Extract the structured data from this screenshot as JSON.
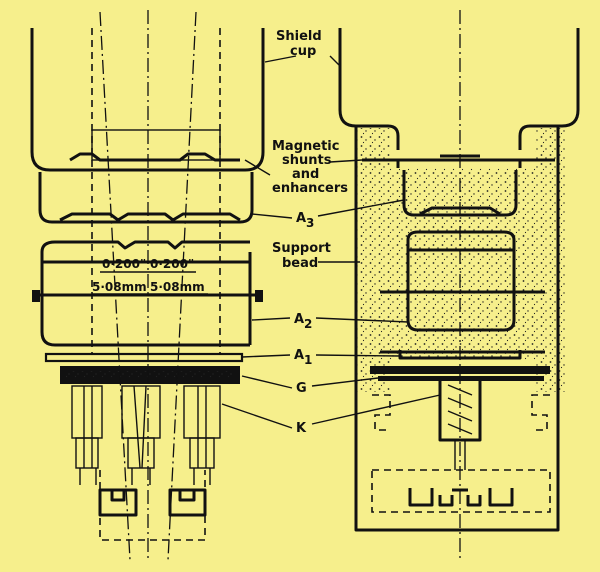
{
  "labels": {
    "shield_cup_1": "Shield",
    "shield_cup_2": "cup",
    "magnetic_1": "Magnetic",
    "magnetic_2": "shunts",
    "magnetic_3": "and",
    "magnetic_4": "enhancers",
    "a3": "A",
    "a3_sub": "3",
    "support_bead_1": "Support",
    "support_bead_2": "bead",
    "a2": "A",
    "a2_sub": "2",
    "a1": "A",
    "a1_sub": "1",
    "g": "G",
    "k": "K"
  },
  "dimensions": {
    "inch_left": "0·200\"",
    "inch_right": "0·200\"",
    "mm_left": "5·08mm",
    "mm_right": "5·08mm"
  },
  "colors": {
    "background": "#f6ef8c",
    "ink": "#111111"
  }
}
